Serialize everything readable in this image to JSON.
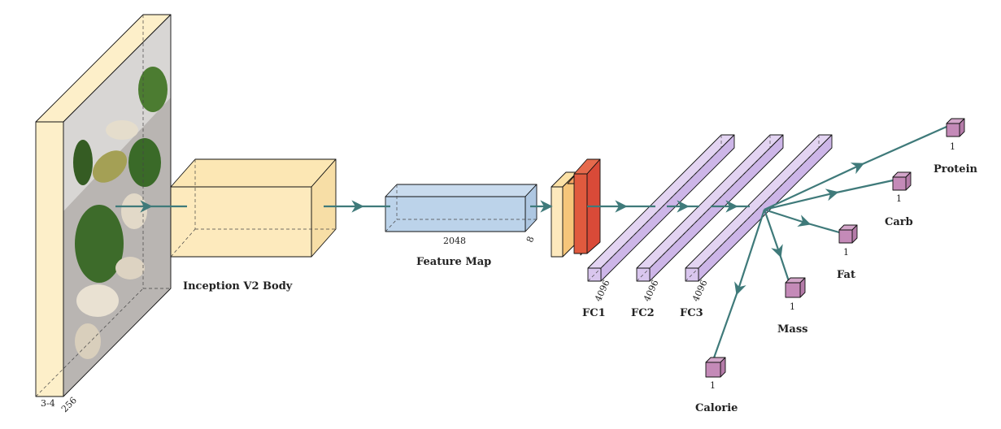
{
  "labels": {
    "input_depth": "3-4",
    "input_size": "256",
    "body": "Inception V2 Body",
    "feature_map": "Feature Map",
    "feature_width": "2048",
    "feature_depth": "8",
    "fc1": "FC1",
    "fc2": "FC2",
    "fc3": "FC3",
    "fc1_size": "4096",
    "fc2_size": "4096",
    "fc3_size": "4096"
  },
  "outputs": [
    {
      "name": "Protein",
      "size": "1"
    },
    {
      "name": "Carb",
      "size": "1"
    },
    {
      "name": "Fat",
      "size": "1"
    },
    {
      "name": "Mass",
      "size": "1"
    },
    {
      "name": "Calorie",
      "size": "1"
    }
  ],
  "colors": {
    "input_face": "#fdefc9",
    "body_face": "#fce7b4",
    "feature_face": "#bcd3ea",
    "conv_orange": "#f4a261",
    "conv_red": "#e05a3e",
    "fc_face": "#d9c6ee",
    "output_face": "#c48ab8",
    "arrow": "#3f7a7a"
  }
}
